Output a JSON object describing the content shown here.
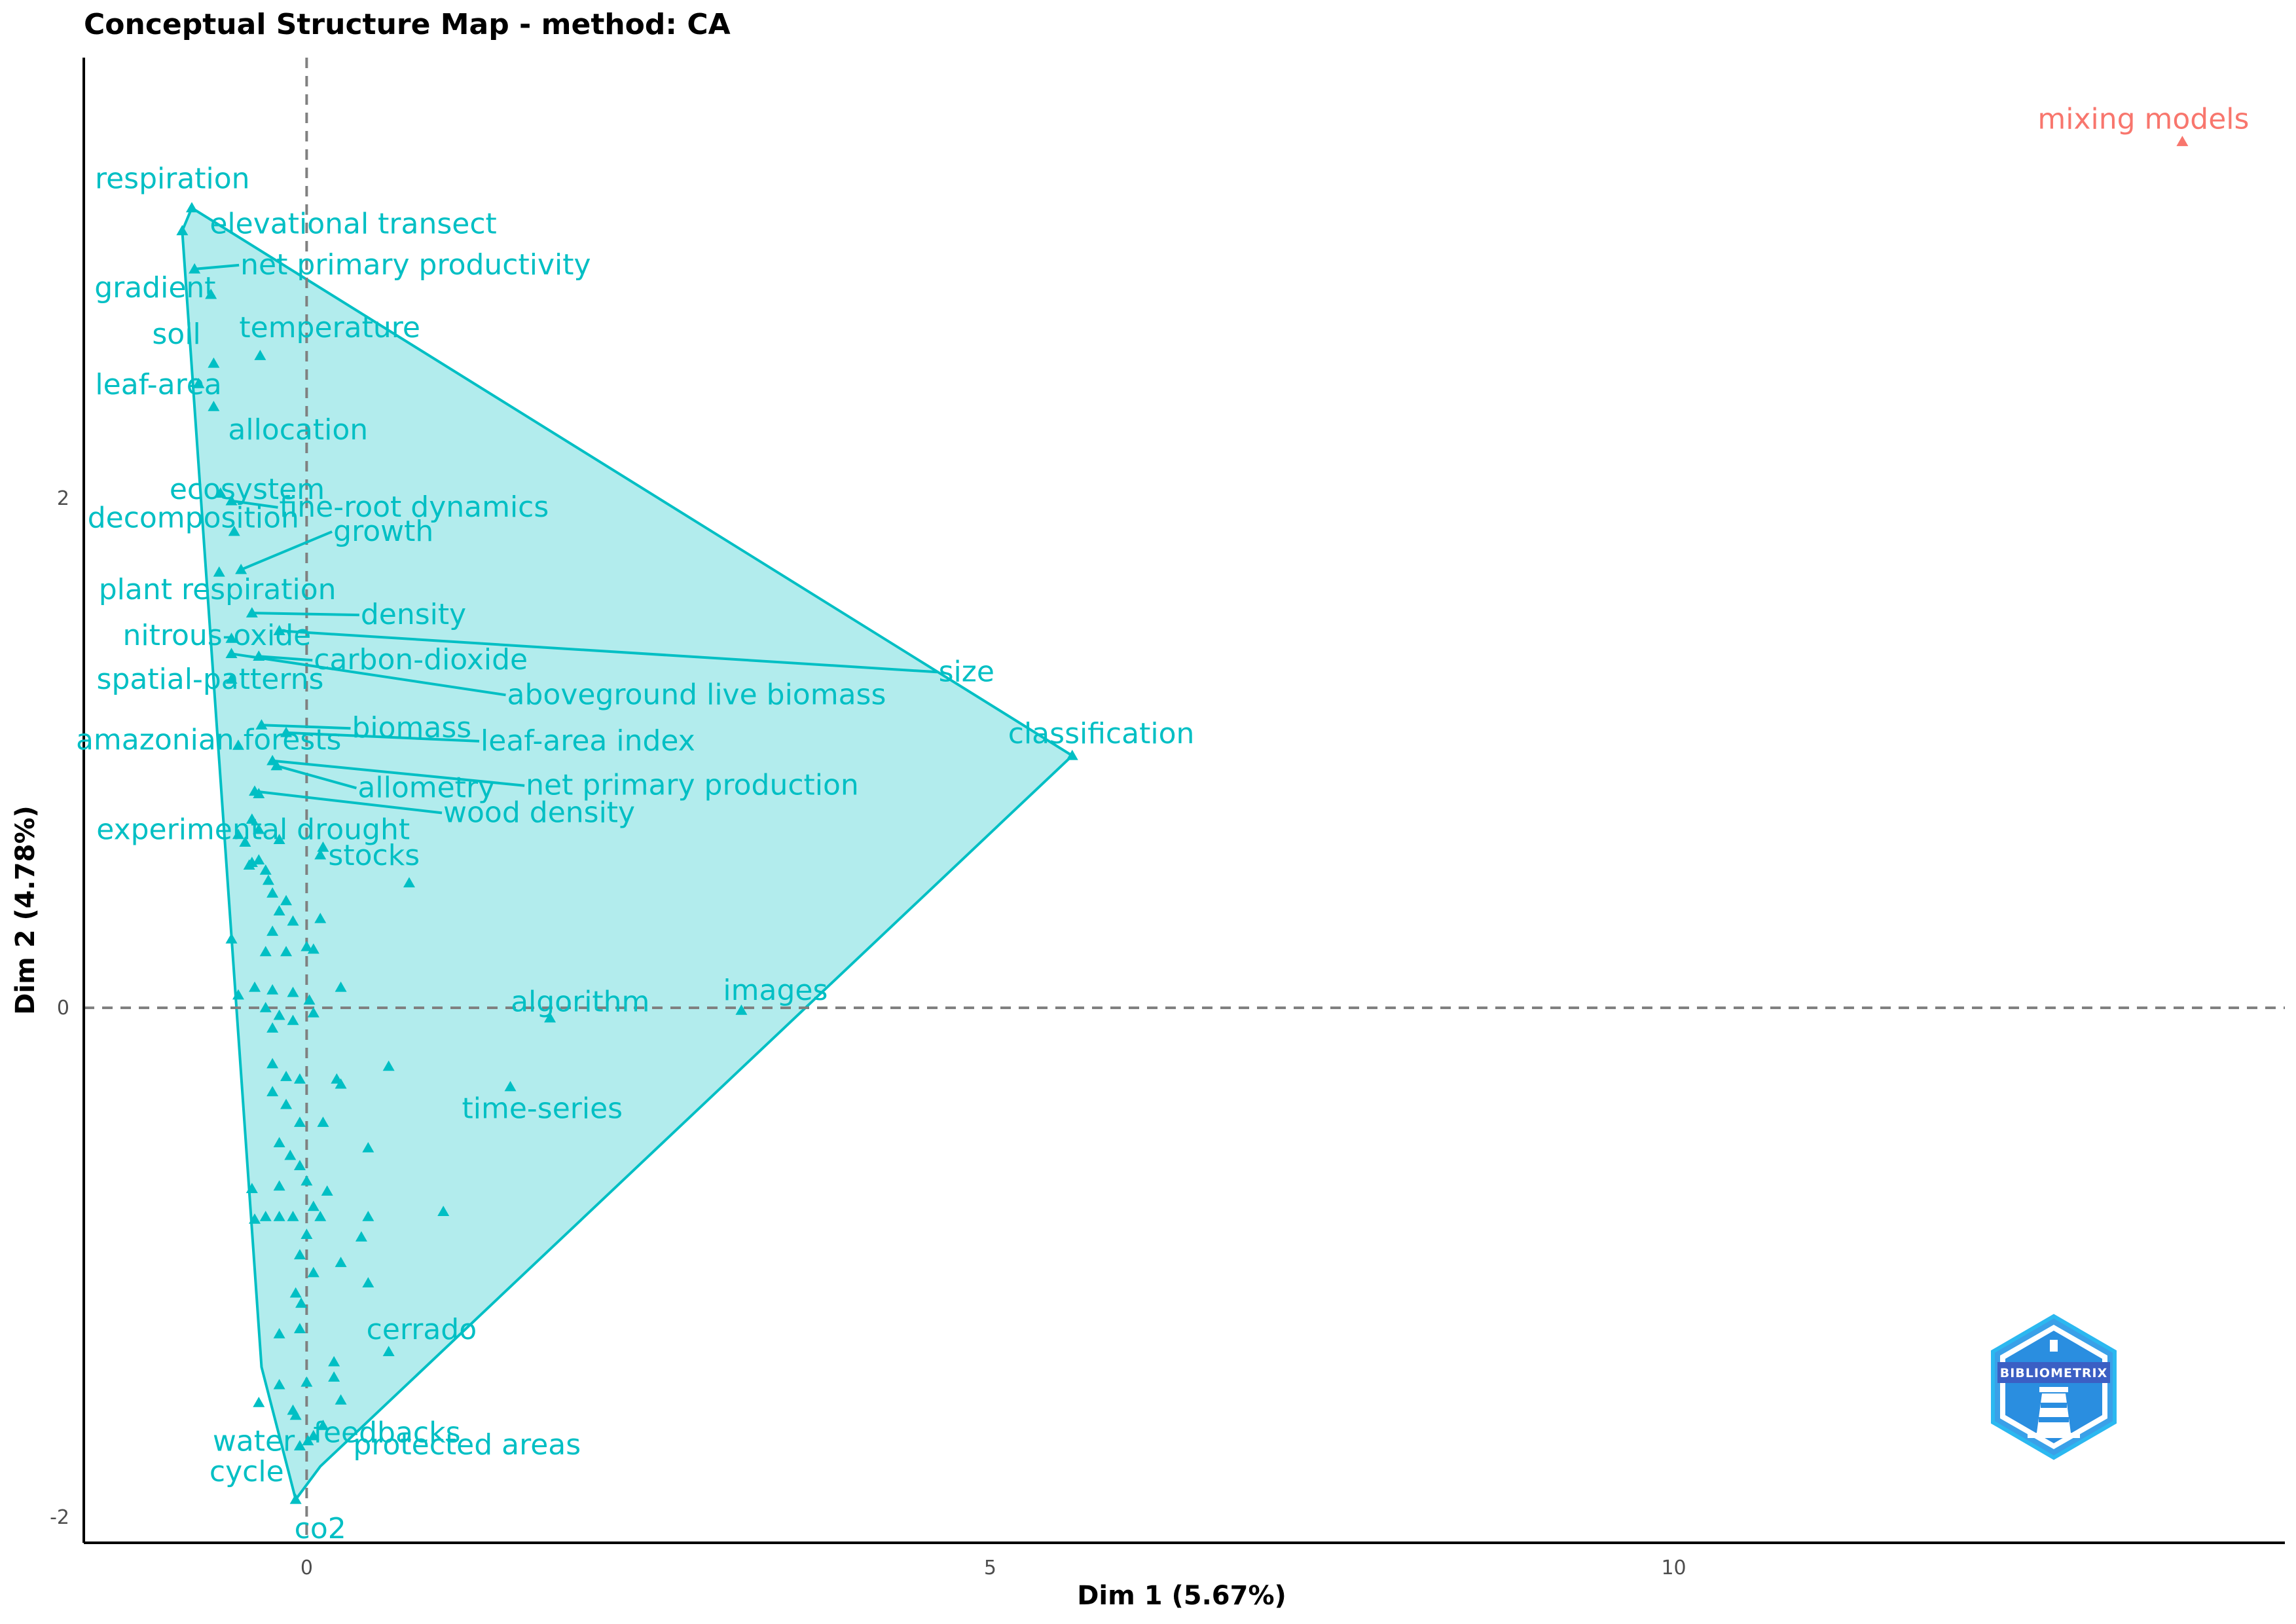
{
  "chart_data": {
    "type": "scatter",
    "title": "Conceptual Structure Map - method: CA",
    "xlabel": "Dim 1 (5.67%)",
    "ylabel": "Dim 2 (4.78%)",
    "xlim": [
      -1.63,
      14.47
    ],
    "ylim": [
      -2.1,
      3.73
    ],
    "xticks": [
      0,
      5,
      10
    ],
    "xtick_labels": [
      "0",
      "5",
      "10"
    ],
    "yticks": [
      -2,
      0,
      2
    ],
    "ytick_labels": [
      "-2",
      "0",
      "2"
    ],
    "reference_lines": {
      "x": 0,
      "y": 0
    },
    "grid": false,
    "legend": "none",
    "colors": {
      "cluster1": "#00BFC4",
      "cluster1_fill": "#B2ECED",
      "cluster2": "#F8766D",
      "reference": "#808080",
      "axis": "#000000"
    },
    "clusters": [
      {
        "color": "#00BFC4",
        "hull": [
          [
            -0.84,
            3.14
          ],
          [
            5.6,
            0.99
          ],
          [
            0.1,
            -1.8
          ],
          [
            -0.08,
            -1.93
          ],
          [
            -0.33,
            -1.41
          ],
          [
            -0.91,
            3.05
          ]
        ],
        "labels": [
          {
            "text": "respiration",
            "x": -0.84,
            "y": 3.14
          },
          {
            "text": "elevational transect",
            "x": -0.91,
            "y": 3.05
          },
          {
            "text": "net primary productivity",
            "x": -0.82,
            "y": 2.9
          },
          {
            "text": "gradient",
            "x": -0.7,
            "y": 2.8
          },
          {
            "text": "temperature",
            "x": -0.34,
            "y": 2.56
          },
          {
            "text": "soil",
            "x": -0.68,
            "y": 2.53
          },
          {
            "text": "leaf-area",
            "x": -0.79,
            "y": 2.45
          },
          {
            "text": "allocation",
            "x": -0.68,
            "y": 2.36
          },
          {
            "text": "ecosystem",
            "x": -0.63,
            "y": 2.02
          },
          {
            "text": "fine-root dynamics",
            "x": -0.55,
            "y": 1.99
          },
          {
            "text": "decomposition",
            "x": -0.53,
            "y": 1.87
          },
          {
            "text": "growth",
            "x": -0.48,
            "y": 1.72
          },
          {
            "text": "plant respiration",
            "x": -0.64,
            "y": 1.71
          },
          {
            "text": "density",
            "x": -0.4,
            "y": 1.55
          },
          {
            "text": "nitrous-oxide",
            "x": -0.55,
            "y": 1.45
          },
          {
            "text": "size",
            "x": -0.2,
            "y": 1.48
          },
          {
            "text": "carbon-dioxide",
            "x": -0.35,
            "y": 1.38
          },
          {
            "text": "aboveground live biomass",
            "x": -0.55,
            "y": 1.39
          },
          {
            "text": "spatial-patterns",
            "x": -0.55,
            "y": 1.29
          },
          {
            "text": "biomass",
            "x": -0.33,
            "y": 1.11
          },
          {
            "text": "leaf-area index",
            "x": -0.15,
            "y": 1.08
          },
          {
            "text": "classification",
            "x": 5.6,
            "y": 0.99
          },
          {
            "text": "amazonian forests",
            "x": -0.5,
            "y": 1.03
          },
          {
            "text": "allometry",
            "x": -0.22,
            "y": 0.95
          },
          {
            "text": "net primary production",
            "x": -0.25,
            "y": 0.97
          },
          {
            "text": "experimental drought",
            "x": -0.35,
            "y": 0.84
          },
          {
            "text": "wood density",
            "x": -0.38,
            "y": 0.85
          },
          {
            "text": "stocks",
            "x": 0.12,
            "y": 0.63
          },
          {
            "text": "algorithm",
            "x": 1.78,
            "y": -0.04
          },
          {
            "text": "images",
            "x": 3.18,
            "y": -0.01
          },
          {
            "text": "time-series",
            "x": 1.49,
            "y": -0.31
          },
          {
            "text": "cerrado",
            "x": 0.6,
            "y": -1.35
          },
          {
            "text": "protected areas",
            "x": 0.12,
            "y": -1.64
          },
          {
            "text": "water",
            "x": 0.05,
            "y": -1.68
          },
          {
            "text": "cycle",
            "x": -0.05,
            "y": -1.72
          },
          {
            "text": "feedbacks",
            "x": 0.01,
            "y": -1.7
          },
          {
            "text": "co2",
            "x": -0.08,
            "y": -1.93
          }
        ],
        "unlabeled_points": [
          [
            0.75,
            0.49
          ],
          [
            -0.55,
            0.27
          ],
          [
            -0.5,
            0.05
          ],
          [
            0.25,
            0.08
          ],
          [
            -0.38,
            0.08
          ],
          [
            -0.25,
            0.07
          ],
          [
            -0.1,
            0.06
          ],
          [
            0.02,
            0.03
          ],
          [
            -0.3,
            0.0
          ],
          [
            0.05,
            -0.02
          ],
          [
            -0.2,
            -0.03
          ],
          [
            -0.1,
            -0.05
          ],
          [
            -0.25,
            -0.08
          ],
          [
            0.6,
            -0.23
          ],
          [
            -0.25,
            -0.22
          ],
          [
            -0.15,
            -0.27
          ],
          [
            -0.05,
            -0.28
          ],
          [
            0.22,
            -0.28
          ],
          [
            -0.25,
            -0.33
          ],
          [
            0.25,
            -0.3
          ],
          [
            -0.15,
            -0.38
          ],
          [
            -0.05,
            -0.45
          ],
          [
            0.12,
            -0.45
          ],
          [
            -0.2,
            -0.53
          ],
          [
            -0.12,
            -0.58
          ],
          [
            0.45,
            -0.55
          ],
          [
            -0.05,
            -0.62
          ],
          [
            -0.2,
            -0.7
          ],
          [
            0.0,
            -0.68
          ],
          [
            -0.4,
            -0.71
          ],
          [
            0.15,
            -0.72
          ],
          [
            0.05,
            -0.78
          ],
          [
            -0.3,
            -0.82
          ],
          [
            -0.1,
            -0.82
          ],
          [
            1.0,
            -0.8
          ],
          [
            0.45,
            -0.82
          ],
          [
            -0.38,
            -0.83
          ],
          [
            0.1,
            -0.82
          ],
          [
            -0.2,
            -0.82
          ],
          [
            0.0,
            -0.89
          ],
          [
            0.4,
            -0.9
          ],
          [
            -0.05,
            -0.97
          ],
          [
            0.25,
            -1.0
          ],
          [
            0.05,
            -1.04
          ],
          [
            -0.08,
            -1.12
          ],
          [
            0.45,
            -1.08
          ],
          [
            -0.04,
            -1.16
          ],
          [
            -0.05,
            -1.26
          ],
          [
            -0.2,
            -1.28
          ],
          [
            0.2,
            -1.39
          ],
          [
            0.2,
            -1.45
          ],
          [
            0.0,
            -1.47
          ],
          [
            -0.2,
            -1.48
          ],
          [
            -0.35,
            -1.55
          ],
          [
            0.25,
            -1.54
          ],
          [
            -0.1,
            -1.58
          ],
          [
            -0.08,
            -1.6
          ],
          [
            -0.4,
            0.57
          ],
          [
            -0.3,
            0.54
          ],
          [
            -0.35,
            0.58
          ],
          [
            0.1,
            0.6
          ],
          [
            -0.25,
            0.45
          ],
          [
            -0.15,
            0.42
          ],
          [
            -0.2,
            0.38
          ],
          [
            0.1,
            0.35
          ],
          [
            -0.1,
            0.34
          ],
          [
            -0.25,
            0.3
          ],
          [
            0.0,
            0.24
          ],
          [
            -0.3,
            0.22
          ],
          [
            -0.15,
            0.22
          ],
          [
            -0.2,
            0.66
          ],
          [
            0.05,
            0.23
          ],
          [
            -0.35,
            0.7
          ],
          [
            -0.4,
            0.74
          ],
          [
            -0.5,
            0.68
          ],
          [
            -0.45,
            0.65
          ],
          [
            -0.42,
            0.56
          ],
          [
            -0.28,
            0.5
          ]
        ]
      },
      {
        "color": "#F8766D",
        "hull": [],
        "labels": [
          {
            "text": "mixing models",
            "x": 13.72,
            "y": 3.4
          }
        ],
        "unlabeled_points": []
      }
    ]
  },
  "logo": {
    "text": "BIBLIOMETRIX"
  }
}
